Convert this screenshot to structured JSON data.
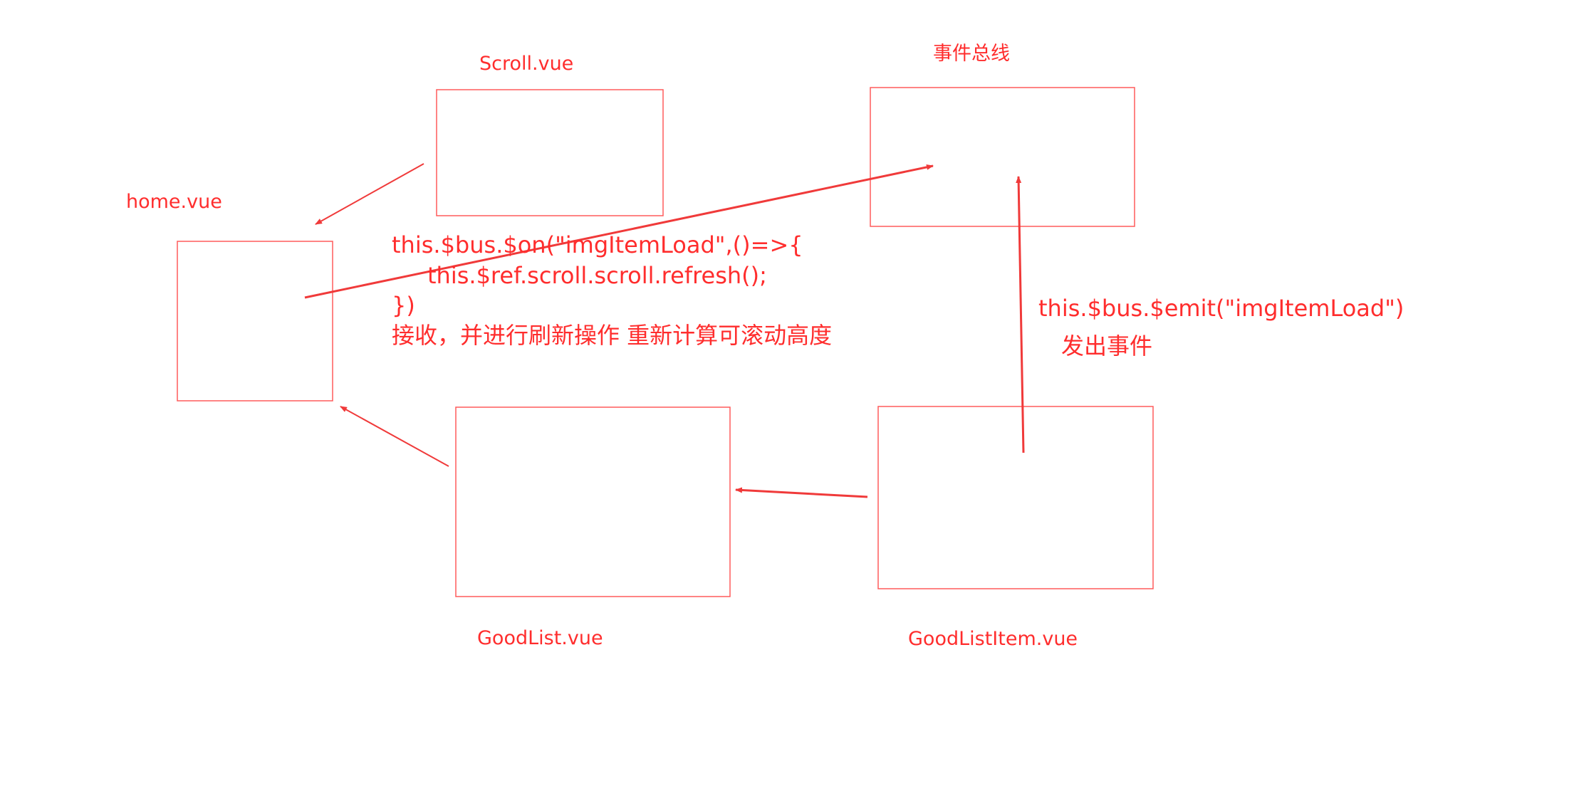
{
  "components": {
    "scroll": "Scroll.vue",
    "event_bus": "事件总线",
    "home": "home.vue",
    "good_list": "GoodList.vue",
    "good_list_item": "GoodListItem.vue"
  },
  "receive_code": {
    "line1": "this.$bus.$on(\"imgItemLoad\",()=>{",
    "line2": "this.$ref.scroll.scroll.refresh();",
    "line3": "})",
    "line4": "接收，并进行刷新操作 重新计算可滚动高度"
  },
  "emit_code": {
    "line1": "this.$bus.$emit(\"imgItemLoad\")",
    "line2": "发出事件"
  },
  "colors": {
    "accent": "#ff3333",
    "background": "#ffffff"
  }
}
